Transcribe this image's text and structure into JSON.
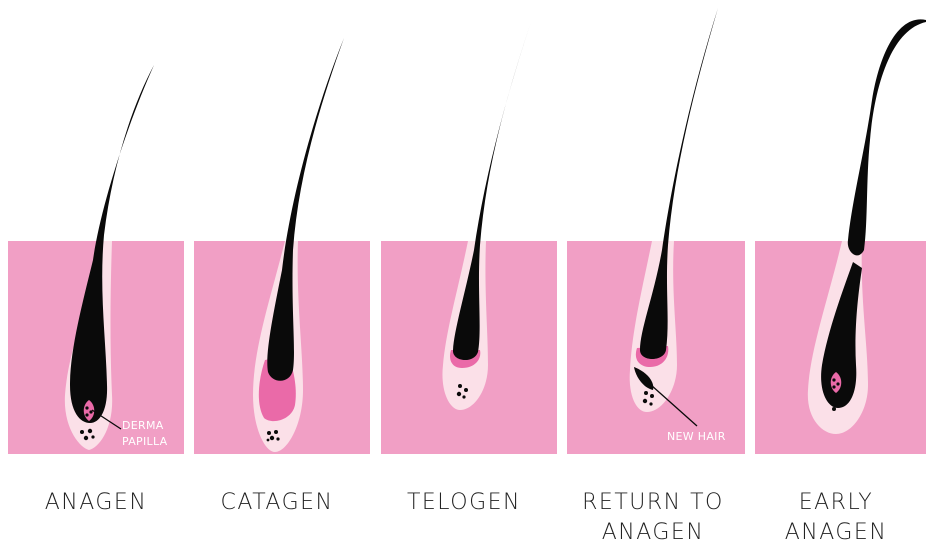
{
  "colors": {
    "skin": "#f19fc5",
    "sheath": "#fbe0e8",
    "hair": "#0a0a0a",
    "bulb_pink": "#ea6aa8",
    "label_text": "#222222",
    "annotation_text": "#ffffff"
  },
  "stages": [
    {
      "label": "ANAGEN"
    },
    {
      "label": "CATAGEN"
    },
    {
      "label": "TELOGEN"
    },
    {
      "label": "RETURN TO\nANAGEN"
    },
    {
      "label": "EARLY\nANAGEN"
    }
  ],
  "annotations": {
    "derma_papilla_line1": "DERMA",
    "derma_papilla_line2": "PAPILLA",
    "new_hair": "NEW HAIR"
  }
}
